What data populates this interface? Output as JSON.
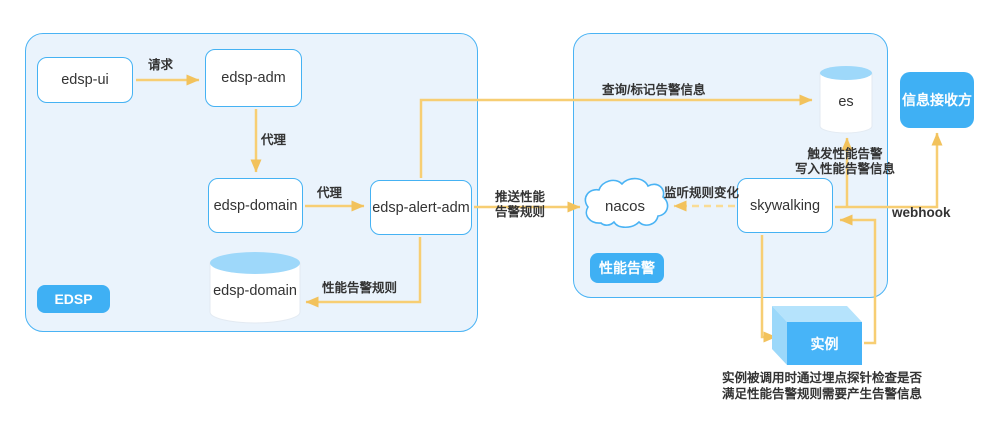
{
  "groups": {
    "edsp": {
      "label": "EDSP"
    },
    "perf_alert": {
      "label": "性能告警"
    }
  },
  "nodes": {
    "edsp_ui": {
      "label": "edsp-ui"
    },
    "edsp_adm": {
      "label": "edsp-adm"
    },
    "edsp_domain": {
      "label": "edsp-domain"
    },
    "edsp_alert_adm": {
      "label": "edsp-alert-adm"
    },
    "edsp_domain_db": {
      "label": "edsp-domain"
    },
    "es": {
      "label": "es"
    },
    "nacos": {
      "label": "nacos"
    },
    "skywalking": {
      "label": "skywalking"
    },
    "receiver": {
      "label": "信息接收方"
    },
    "instance": {
      "label": "实例"
    }
  },
  "edges": {
    "request": {
      "label": "请求"
    },
    "proxy_adm_domain": {
      "label": "代理"
    },
    "proxy_domain_alert": {
      "label": "代理"
    },
    "perf_rule_store": {
      "label": "性能告警规则"
    },
    "push_rule": {
      "label": "推送性能\n告警规则"
    },
    "query_mark": {
      "label": "查询/标记告警信息"
    },
    "listen_change": {
      "label": "监听规则变化"
    },
    "trigger_write": {
      "label": "触发性能告警\n写入性能告警信息"
    },
    "webhook": {
      "label": "webhook"
    }
  },
  "note": {
    "instance_probe": {
      "text": "实例被调用时通过埋点探针检查是否\n满足性能告警规则需要产生告警信息"
    }
  },
  "colors": {
    "container_fill": "#EAF3FC",
    "container_border": "#4AB3F4",
    "node_border": "#45B2F3",
    "badge_blue": "#3FB0F4",
    "arrow_yellow": "#F7CE73",
    "arrowhead_yellow": "#F2C25C",
    "cylinder_top": "#9ED8FA",
    "cube_front": "#47B4F8",
    "cube_top": "#B5E3FC",
    "cube_side": "#9BD8FA",
    "text_dark": "#333333"
  }
}
